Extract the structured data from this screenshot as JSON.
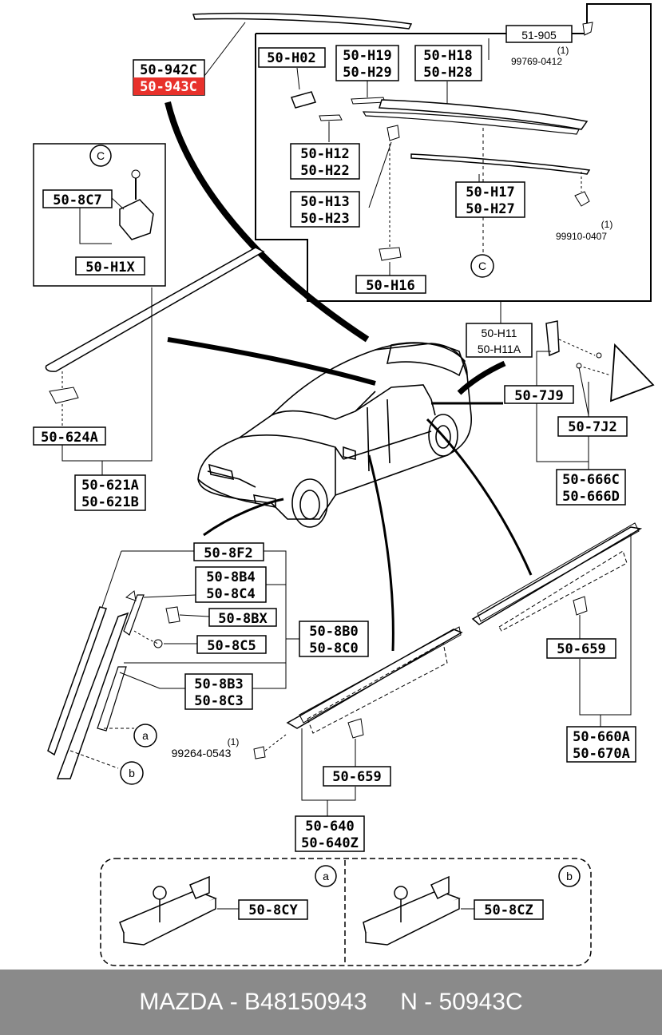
{
  "labels": {
    "l_50_942C": "50-942C",
    "l_50_943C": "50-943C",
    "l_50_H02": "50-H02",
    "l_50_H19": "50-H19",
    "l_50_H29": "50-H29",
    "l_50_H18": "50-H18",
    "l_50_H28": "50-H28",
    "l_51_905": "51-905",
    "l_q1a": "(1)",
    "l_99769": "99769-0412",
    "l_50_H12": "50-H12",
    "l_50_H22": "50-H22",
    "l_50_H13": "50-H13",
    "l_50_H23": "50-H23",
    "l_50_H17": "50-H17",
    "l_50_H27": "50-H27",
    "l_q1b": "(1)",
    "l_99910": "99910-0407",
    "l_50_H16": "50-H16",
    "l_50_8C7": "50-8C7",
    "l_50_H1X": "50-H1X",
    "l_50_H11": "50-H11",
    "l_50_H11A": "50-H11A",
    "l_50_7J9": "50-7J9",
    "l_50_7J2": "50-7J2",
    "l_50_666C": "50-666C",
    "l_50_666D": "50-666D",
    "l_50_624A": "50-624A",
    "l_50_621A": "50-621A",
    "l_50_621B": "50-621B",
    "l_50_8F2": "50-8F2",
    "l_50_8B4": "50-8B4",
    "l_50_8C4": "50-8C4",
    "l_50_8BX": "50-8BX",
    "l_50_8B0": "50-8B0",
    "l_50_8C0": "50-8C0",
    "l_50_8C5": "50-8C5",
    "l_50_8B3": "50-8B3",
    "l_50_8C3": "50-8C3",
    "l_50_659a": "50-659",
    "l_50_659b": "50-659",
    "l_50_660A": "50-660A",
    "l_50_670A": "50-670A",
    "l_q1c": "(1)",
    "l_99264": "99264-0543",
    "l_50_640": "50-640",
    "l_50_640Z": "50-640Z",
    "l_50_8CY": "50-8CY",
    "l_50_8CZ": "50-8CZ"
  },
  "callouts": {
    "c_top": "C",
    "c_mid": "C",
    "a1": "a",
    "b1": "b",
    "a2": "a",
    "b2": "b"
  },
  "footer": {
    "brand": "MAZDA",
    "part_number": "B48150943",
    "catalog_number": "N - 50943C"
  },
  "colors": {
    "highlight": "#e8312b",
    "footer_bg": "#8a8a8a"
  }
}
